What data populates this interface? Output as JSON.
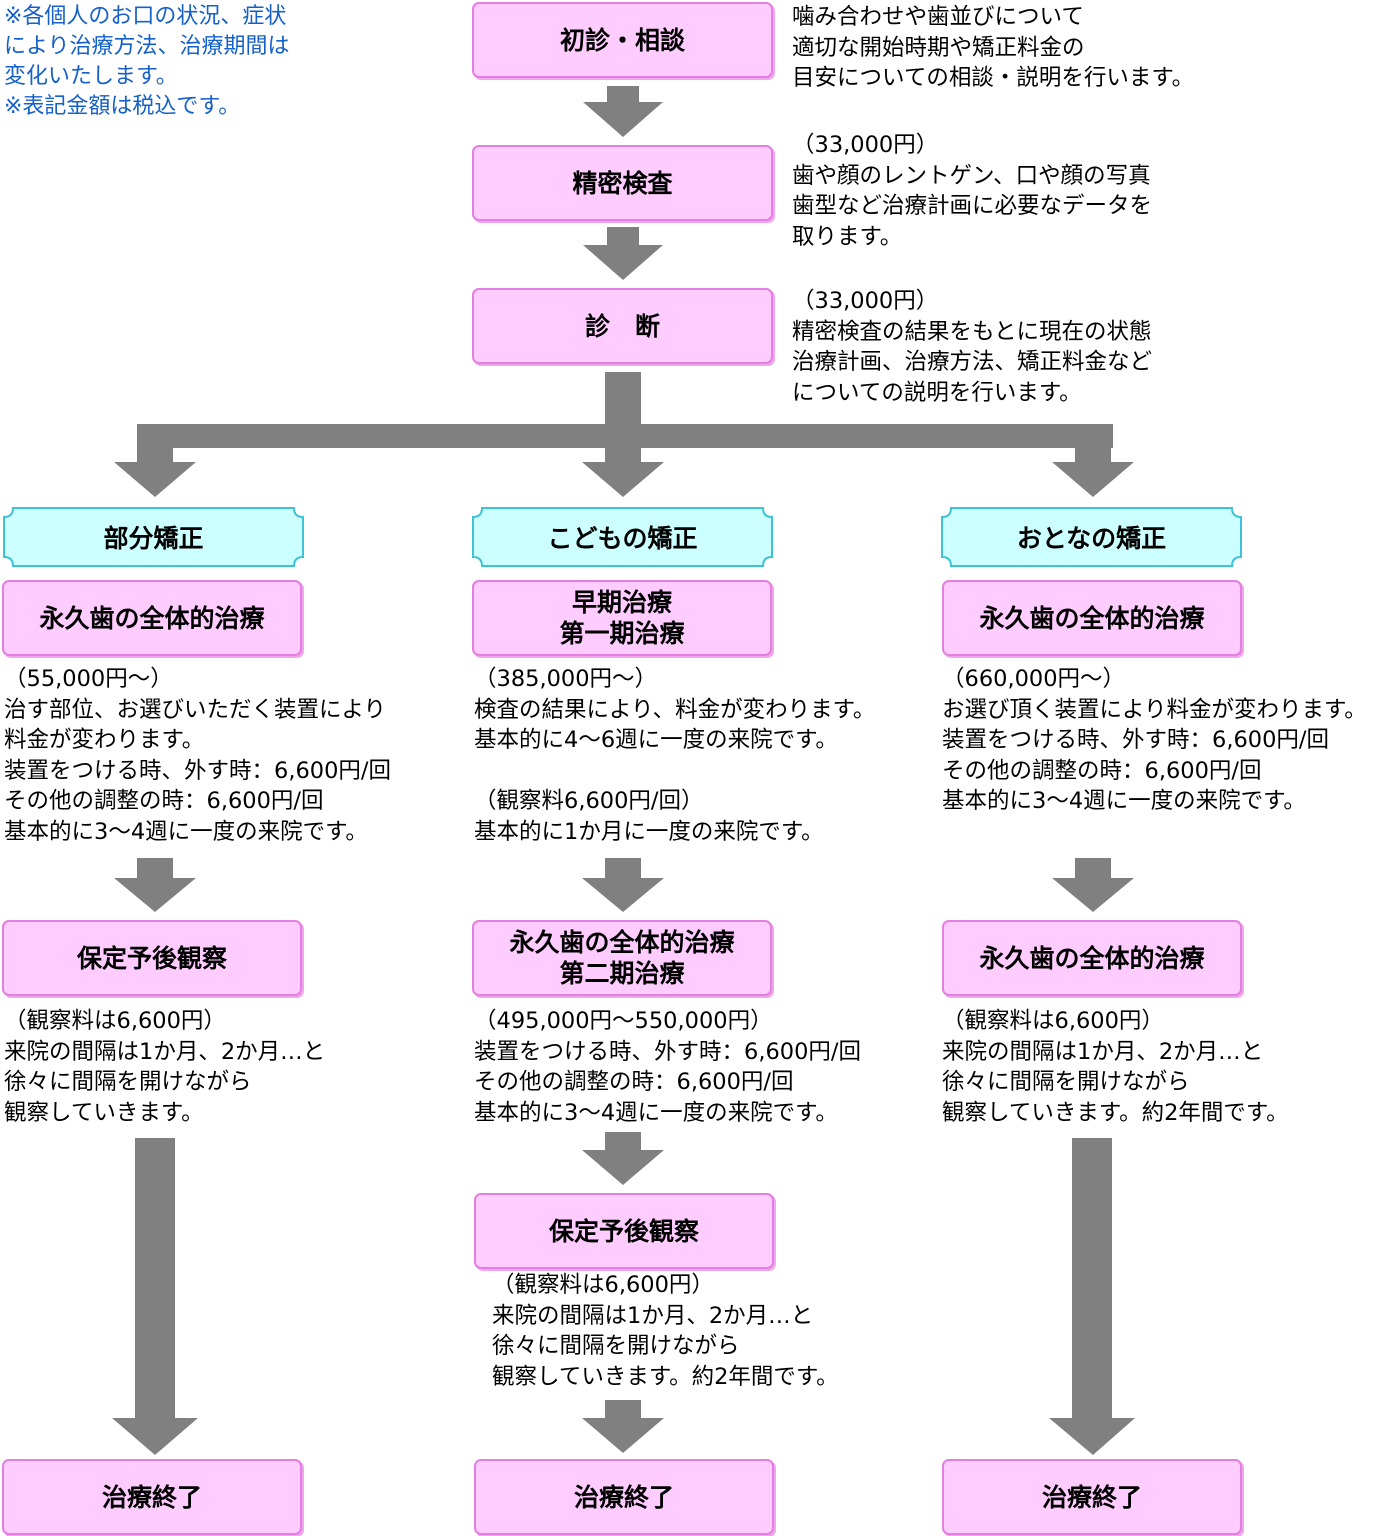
{
  "note": "※各個人のお口の状況、症状\nにより治療方法、治療期間は\n変化いたします。\n※表記金額は税込です。",
  "steps": {
    "consult": {
      "label": "初診・相談",
      "desc": "噛み合わせや歯並びについて\n適切な開始時期や矯正料金の\n目安についての相談・説明を行います。"
    },
    "exam": {
      "label": "精密検査",
      "desc": "（33,000円）\n歯や顔のレントゲン、口や顔の写真\n歯型など治療計画に必要なデータを\n取ります。"
    },
    "diagnosis": {
      "label": "診　断",
      "desc": "（33,000円）\n精密検査の結果をもとに現在の状態\n治療計画、治療方法、矯正料金など\nについての説明を行います。"
    }
  },
  "columns": {
    "partial": {
      "category": "部分矯正",
      "treatment1": "永久歯の全体的治療",
      "desc1": "（55,000円～）\n治す部位、お選びいただく装置により\n料金が変わります。\n装置をつける時、外す時：6,600円/回\nその他の調整の時：6,600円/回\n基本的に3～4週に一度の来院です。",
      "treatment2": "保定予後観察",
      "desc2": "（観察料は6,600円）\n来院の間隔は1か月、2か月…と\n徐々に間隔を開けながら\n観察していきます。",
      "end": "治療終了"
    },
    "child": {
      "category": "こどもの矯正",
      "treatment1": "早期治療\n第一期治療",
      "desc1": "（385,000円～）\n検査の結果により、料金が変わります。\n基本的に4～6週に一度の来院です。\n\n（観察料6,600円/回）\n基本的に1か月に一度の来院です。",
      "treatment2": "永久歯の全体的治療\n第二期治療",
      "desc2": "（495,000円～550,000円）\n装置をつける時、外す時：6,600円/回\nその他の調整の時：6,600円/回\n基本的に3～4週に一度の来院です。",
      "treatment3": "保定予後観察",
      "desc3": "（観察料は6,600円）\n来院の間隔は1か月、2か月…と\n徐々に間隔を開けながら\n観察していきます。約2年間です。",
      "end": "治療終了"
    },
    "adult": {
      "category": "おとなの矯正",
      "treatment1": "永久歯の全体的治療",
      "desc1": "（660,000円～）\nお選び頂く装置により料金が変わります。\n装置をつける時、外す時：6,600円/回\nその他の調整の時：6,600円/回\n基本的に3～4週に一度の来院です。",
      "treatment2": "永久歯の全体的治療",
      "desc2": "（観察料は6,600円）\n来院の間隔は1か月、2か月…と\n徐々に間隔を開けながら\n観察していきます。約2年間です。",
      "end": "治療終了"
    }
  },
  "colors": {
    "step_fill": "#ffccff",
    "step_border": "#e37fe0",
    "category_fill": "#ccffff",
    "category_border": "#3ec3d6",
    "arrow": "#808080",
    "note_text": "#1560c9"
  }
}
